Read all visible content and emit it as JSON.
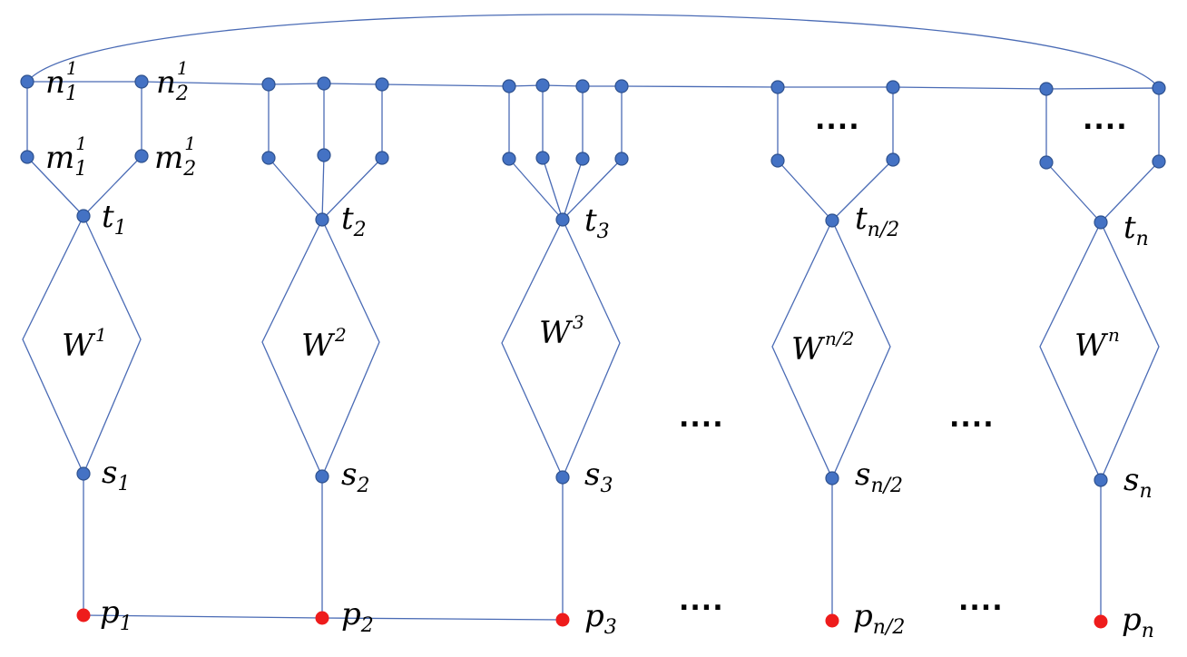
{
  "labels": {
    "n11": {
      "base": "n",
      "sub": "1",
      "sup": "1"
    },
    "n12": {
      "base": "n",
      "sub": "2",
      "sup": "1"
    },
    "m11": {
      "base": "m",
      "sub": "1",
      "sup": "1"
    },
    "m12": {
      "base": "m",
      "sub": "2",
      "sup": "1"
    },
    "t": [
      {
        "base": "t",
        "sub": "1"
      },
      {
        "base": "t",
        "sub": "2"
      },
      {
        "base": "t",
        "sub": "3"
      },
      {
        "base": "t",
        "sub": "n/2"
      },
      {
        "base": "t",
        "sub": "n"
      }
    ],
    "s": [
      {
        "base": "s",
        "sub": "1"
      },
      {
        "base": "s",
        "sub": "2"
      },
      {
        "base": "s",
        "sub": "3"
      },
      {
        "base": "s",
        "sub": "n/2"
      },
      {
        "base": "s",
        "sub": "n"
      }
    ],
    "p": [
      {
        "base": "p",
        "sub": "1"
      },
      {
        "base": "p",
        "sub": "2"
      },
      {
        "base": "p",
        "sub": "3"
      },
      {
        "base": "p",
        "sub": "n/2"
      },
      {
        "base": "p",
        "sub": "n"
      }
    ],
    "w": [
      {
        "base": "W",
        "sup": "1"
      },
      {
        "base": "W",
        "sup": "2"
      },
      {
        "base": "W",
        "sup": "3"
      },
      {
        "base": "W",
        "sup": "n/2"
      },
      {
        "base": "W",
        "sup": "n"
      }
    ]
  },
  "ellipsis": "...."
}
